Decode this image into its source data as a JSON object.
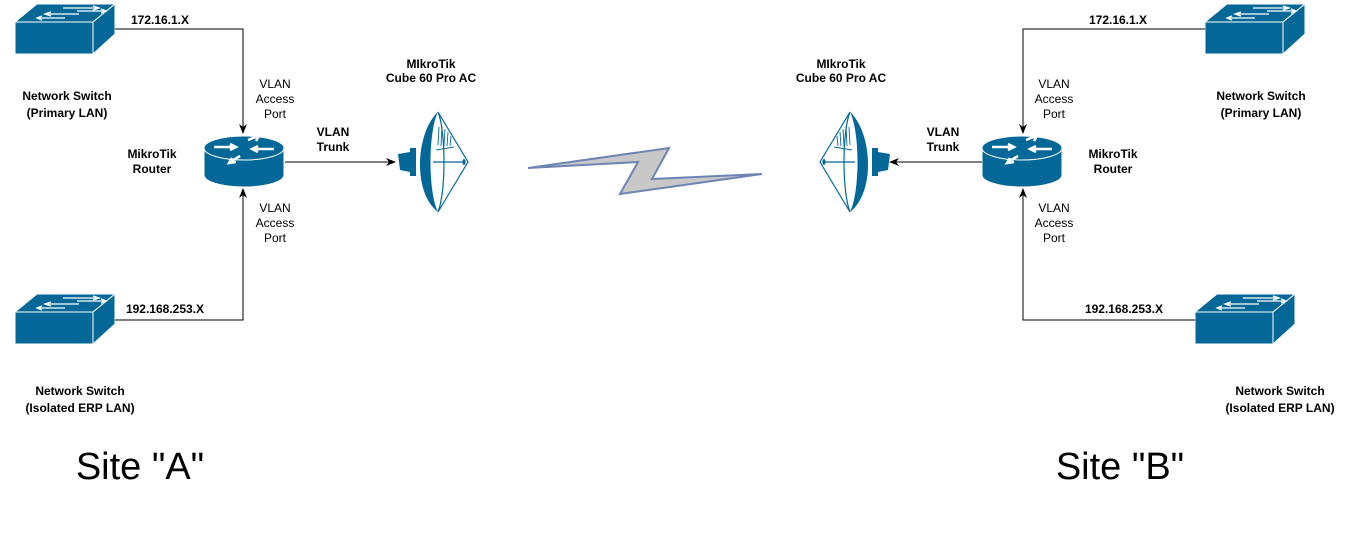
{
  "colors": {
    "device": "#036897",
    "link_fill": "#c8c8c8",
    "link_stroke": "#6d84b4"
  },
  "site_a": {
    "title": "Site \"A\"",
    "primary_switch": {
      "name_line1": "Network Switch",
      "name_line2": "(Primary LAN)",
      "subnet": "172.16.1.X"
    },
    "erp_switch": {
      "name_line1": "Network Switch",
      "name_line2": "(Isolated ERP LAN)",
      "subnet": "192.168.253.X"
    },
    "router": {
      "line1": "MikroTik",
      "line2": "Router"
    },
    "access_port_top": [
      "VLAN",
      "Access",
      "Port"
    ],
    "access_port_bottom": [
      "VLAN",
      "Access",
      "Port"
    ],
    "trunk": [
      "VLAN",
      "Trunk"
    ],
    "antenna": {
      "line1": "MIkroTik",
      "line2": "Cube 60 Pro AC"
    }
  },
  "site_b": {
    "title": "Site \"B\"",
    "primary_switch": {
      "name_line1": "Network Switch",
      "name_line2": "(Primary LAN)",
      "subnet": "172.16.1.X"
    },
    "erp_switch": {
      "name_line1": "Network Switch",
      "name_line2": "(Isolated ERP LAN)",
      "subnet": "192.168.253.X"
    },
    "router": {
      "line1": "MikroTik",
      "line2": "Router"
    },
    "access_port_top": [
      "VLAN",
      "Access",
      "Port"
    ],
    "access_port_bottom": [
      "VLAN",
      "Access",
      "Port"
    ],
    "trunk": [
      "VLAN",
      "Trunk"
    ],
    "antenna": {
      "line1": "MIkroTik",
      "line2": "Cube 60 Pro AC"
    }
  }
}
